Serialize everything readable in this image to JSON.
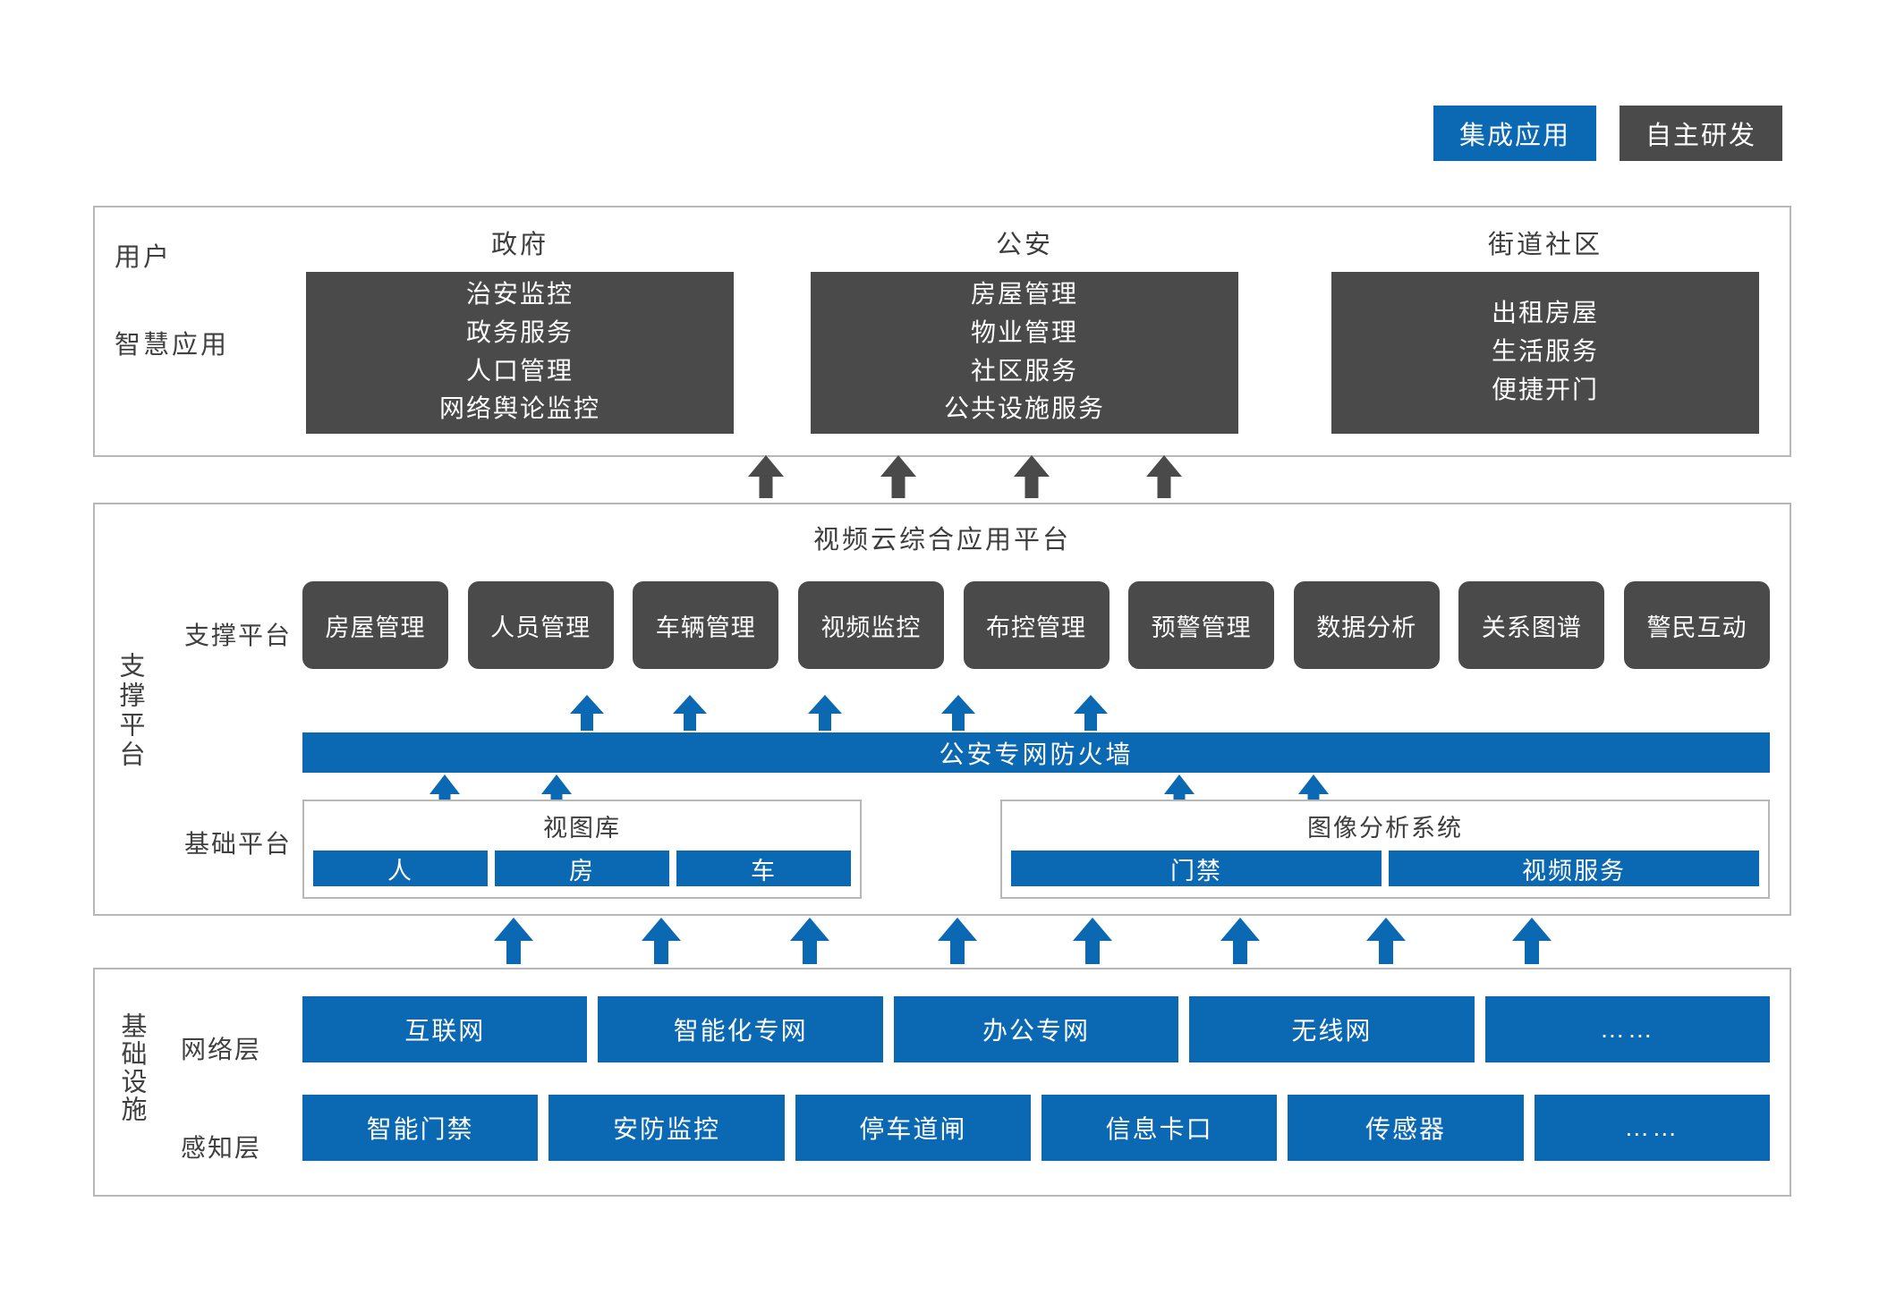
{
  "legend": {
    "items": [
      {
        "label": "集成应用",
        "color": "#0b68b3",
        "kind": "integrated"
      },
      {
        "label": "自主研发",
        "color": "#4a4a4a",
        "kind": "self-developed"
      }
    ]
  },
  "application_section": {
    "row_labels": {
      "user": "用户",
      "smart_app": "智慧应用"
    },
    "columns": [
      {
        "title": "政府",
        "items": [
          "治安监控",
          "政务服务",
          "人口管理",
          "网络舆论监控"
        ]
      },
      {
        "title": "公安",
        "items": [
          "房屋管理",
          "物业管理",
          "社区服务",
          "公共设施服务"
        ]
      },
      {
        "title": "街道社区",
        "items": [
          "出租房屋",
          "生活服务",
          "便捷开门"
        ]
      }
    ]
  },
  "platform_section": {
    "vertical_label": "支撑平台",
    "title": "视频云综合应用平台",
    "support_platform_label": "支撑平台",
    "base_platform_label": "基础平台",
    "support_tiles": [
      "房屋管理",
      "人员管理",
      "车辆管理",
      "视频监控",
      "布控管理",
      "预警管理",
      "数据分析",
      "关系图谱",
      "警民互动"
    ],
    "firewall": "公安专网防火墙",
    "base_groups": [
      {
        "title": "视图库",
        "items": [
          "人",
          "房",
          "车"
        ]
      },
      {
        "title": "图像分析系统",
        "items": [
          "门禁",
          "视频服务"
        ]
      }
    ]
  },
  "infrastructure_section": {
    "vertical_label": "基础设施",
    "rows": [
      {
        "label": "网络层",
        "items": [
          "互联网",
          "智能化专网",
          "办公专网",
          "无线网",
          "……"
        ]
      },
      {
        "label": "感知层",
        "items": [
          "智能门禁",
          "安防监控",
          "停车道闸",
          "信息卡口",
          "传感器",
          "……"
        ]
      }
    ]
  },
  "colors": {
    "accent_blue": "#0b68b3",
    "dark_gray": "#4a4a4a",
    "border_gray": "#b7b7b7",
    "text_gray": "#404040"
  }
}
